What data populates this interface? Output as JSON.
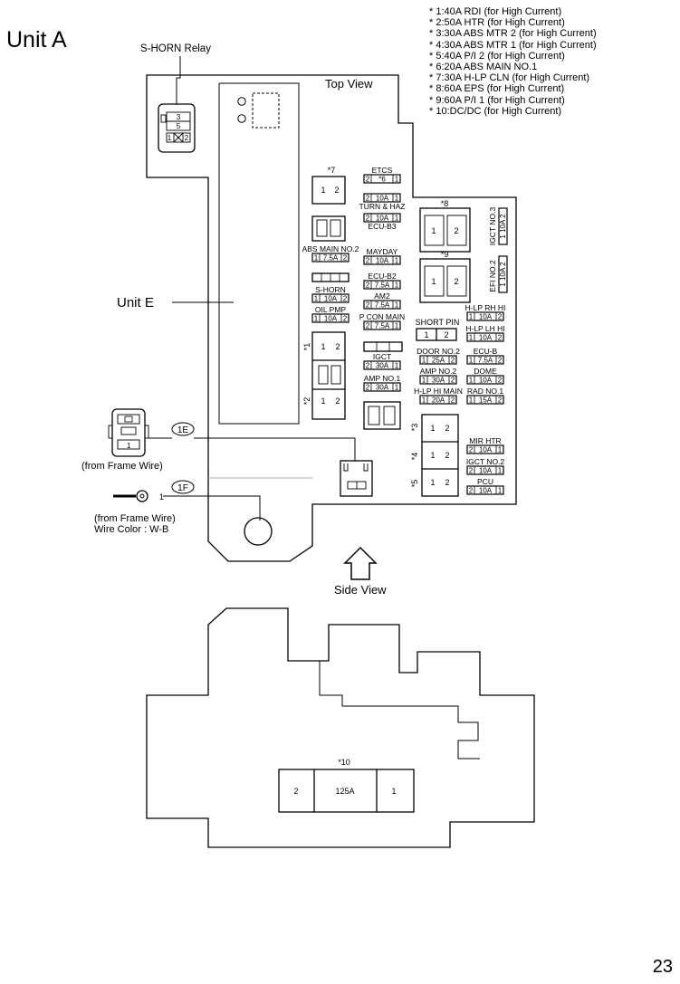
{
  "unit_title": "Unit A",
  "page_number": "23",
  "notes": [
    "* 1:40A RDI (for High Current)",
    "* 2:50A HTR (for High Current)",
    "* 3:30A ABS MTR 2 (for High Current)",
    "* 4:30A ABS MTR 1 (for High Current)",
    "* 5:40A P/I 2 (for High Current)",
    "* 6:20A ABS MAIN NO.1",
    "* 7:30A H-LP CLN (for High Current)",
    "* 8:60A EPS (for High Current)",
    "* 9:60A P/I 1 (for High Current)",
    "* 10:DC/DC (for High Current)"
  ],
  "labels": {
    "relay": "S-HORN Relay",
    "top_view": "Top View",
    "side_view": "Side View",
    "unit_e": "Unit E",
    "from_frame_wire": "(from Frame Wire)",
    "from_frame_wire_2": "(from Frame Wire)",
    "wire_color": "Wire Color : W-B",
    "conn_1e": "1E",
    "conn_1f": "1F",
    "pin_1": "1"
  },
  "relay_pins": {
    "p3": "3",
    "p5": "5",
    "p1": "1",
    "p2": "2"
  },
  "fuses": {
    "etcs": {
      "name": "ETCS",
      "left": "2",
      "amp": "*6",
      "right": "1"
    },
    "turn_haz": {
      "name": "TURN & HAZ",
      "left": "2",
      "amp": "10A",
      "right": "1"
    },
    "ecu_b3": {
      "name": "ECU-B3",
      "left": "2",
      "amp": "10A",
      "right": "1"
    },
    "mayday": {
      "name": "MAYDAY",
      "left": "2",
      "amp": "10A",
      "right": "1"
    },
    "abs_main_no2": {
      "name": "ABS MAIN NO.2",
      "left": "1",
      "amp": "7.5A",
      "right": "2"
    },
    "ecu_b2": {
      "name": "ECU-B2",
      "left": "2",
      "amp": "7.5A",
      "right": "1"
    },
    "s_horn": {
      "name": "S-HORN",
      "left": "1",
      "amp": "10A",
      "right": "2"
    },
    "am2": {
      "name": "AM2",
      "left": "2",
      "amp": "7.5A",
      "right": "1"
    },
    "oil_pmp": {
      "name": "OIL PMP",
      "left": "1",
      "amp": "10A",
      "right": "2"
    },
    "p_con_main": {
      "name": "P CON MAIN",
      "left": "2",
      "amp": "7.5A",
      "right": "1"
    },
    "igct": {
      "name": "IGCT",
      "left": "2",
      "amp": "30A",
      "right": "1"
    },
    "amp_no1": {
      "name": "AMP NO.1",
      "left": "2",
      "amp": "30A",
      "right": "1"
    },
    "door_no2": {
      "name": "DOOR NO.2",
      "left": "1",
      "amp": "25A",
      "right": "2"
    },
    "amp_no2": {
      "name": "AMP NO.2",
      "left": "1",
      "amp": "30A",
      "right": "2"
    },
    "h_lp_hi_main": {
      "name": "H-LP HI MAIN",
      "left": "1",
      "amp": "20A",
      "right": "2"
    },
    "h_lp_rh_hi": {
      "name": "H-LP RH HI",
      "left": "1",
      "amp": "10A",
      "right": "2"
    },
    "h_lp_lh_hi": {
      "name": "H-LP LH HI",
      "left": "1",
      "amp": "10A",
      "right": "2"
    },
    "ecu_b": {
      "name": "ECU-B",
      "left": "1",
      "amp": "7.5A",
      "right": "2"
    },
    "dome": {
      "name": "DOME",
      "left": "1",
      "amp": "10A",
      "right": "2"
    },
    "rad_no1": {
      "name": "RAD NO.1",
      "left": "1",
      "amp": "15A",
      "right": "2"
    },
    "mir_htr": {
      "name": "MIR HTR",
      "left": "2",
      "amp": "10A",
      "right": "1"
    },
    "igct_no2": {
      "name": "IGCT NO.2",
      "left": "2",
      "amp": "10A",
      "right": "1"
    },
    "pcu": {
      "name": "PCU",
      "left": "2",
      "amp": "10A",
      "right": "1"
    },
    "igct_no3": {
      "name": "IGCT NO.3",
      "left": "1",
      "amp": "10A",
      "right": "2"
    },
    "efi_no2": {
      "name": "EFI NO.2",
      "left": "1",
      "amp": "10A",
      "right": "2"
    }
  },
  "short_pin": {
    "name": "SHORT PIN",
    "left": "1",
    "right": "2"
  },
  "big_fuses": {
    "f7": {
      "tag": "*7",
      "left": "1",
      "right": "2"
    },
    "f8": {
      "tag": "*8",
      "left": "1",
      "right": "2"
    },
    "f9": {
      "tag": "*9",
      "left": "1",
      "right": "2"
    },
    "f1": {
      "tag": "*1",
      "left": "1",
      "right": "2"
    },
    "f2": {
      "tag": "*2",
      "left": "1",
      "right": "2"
    },
    "f3": {
      "tag": "*3",
      "left": "1",
      "right": "2"
    },
    "f4": {
      "tag": "*4",
      "left": "1",
      "right": "2"
    },
    "f5": {
      "tag": "*5",
      "left": "1",
      "right": "2"
    }
  },
  "dcdc": {
    "tag": "*10",
    "left": "2",
    "amp": "125A",
    "right": "1"
  }
}
